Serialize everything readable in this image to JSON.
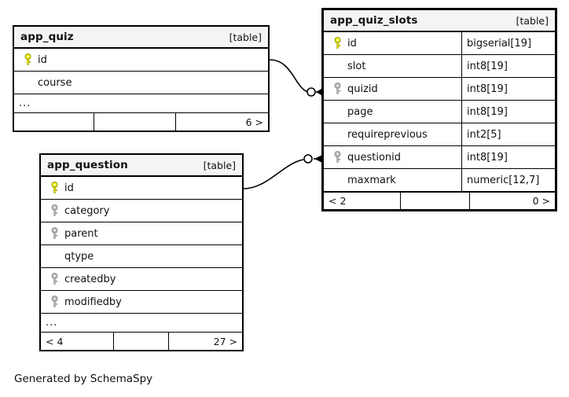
{
  "diagram": {
    "generator_note": "Generated by SchemaSpy",
    "table_tag": "[table]",
    "ellipsis": "..."
  },
  "tables": [
    {
      "id": "app_quiz",
      "name": "app_quiz",
      "tag": "[table]",
      "columns": [
        {
          "name": "id",
          "key": "primary",
          "type": ""
        },
        {
          "name": "course",
          "key": "none",
          "type": ""
        }
      ],
      "has_more": true,
      "more_label": "...",
      "footer": {
        "left": "",
        "middle": "",
        "right": "6 >"
      }
    },
    {
      "id": "app_question",
      "name": "app_question",
      "tag": "[table]",
      "columns": [
        {
          "name": "id",
          "key": "primary",
          "type": ""
        },
        {
          "name": "category",
          "key": "foreign",
          "type": ""
        },
        {
          "name": "parent",
          "key": "foreign",
          "type": ""
        },
        {
          "name": "qtype",
          "key": "none",
          "type": ""
        },
        {
          "name": "createdby",
          "key": "foreign",
          "type": ""
        },
        {
          "name": "modifiedby",
          "key": "foreign",
          "type": ""
        }
      ],
      "has_more": true,
      "more_label": "...",
      "footer": {
        "left": "< 4",
        "middle": "",
        "right": "27 >"
      }
    },
    {
      "id": "app_quiz_slots",
      "name": "app_quiz_slots",
      "tag": "[table]",
      "columns": [
        {
          "name": "id",
          "key": "primary",
          "type": "bigserial[19]"
        },
        {
          "name": "slot",
          "key": "none",
          "type": "int8[19]"
        },
        {
          "name": "quizid",
          "key": "foreign",
          "type": "int8[19]"
        },
        {
          "name": "page",
          "key": "none",
          "type": "int8[19]"
        },
        {
          "name": "requireprevious",
          "key": "none",
          "type": "int2[5]"
        },
        {
          "name": "questionid",
          "key": "foreign",
          "type": "int8[19]"
        },
        {
          "name": "maxmark",
          "key": "none",
          "type": "numeric[12,7]"
        }
      ],
      "has_more": false,
      "more_label": "",
      "footer": {
        "left": "< 2",
        "middle": "",
        "right": "0 >"
      }
    }
  ],
  "relationships": [
    {
      "from": "app_quiz.id",
      "to": "app_quiz_slots.quizid",
      "from_side": "one",
      "to_side": "many"
    },
    {
      "from": "app_question.id",
      "to": "app_quiz_slots.questionid",
      "from_side": "one",
      "to_side": "many"
    }
  ],
  "colors": {
    "primary_key": "#e8e800",
    "foreign_key": "#b0b0b0",
    "header_bg": "#f4f4f4",
    "border": "#000000",
    "text": "#111111",
    "background": "#ffffff"
  }
}
